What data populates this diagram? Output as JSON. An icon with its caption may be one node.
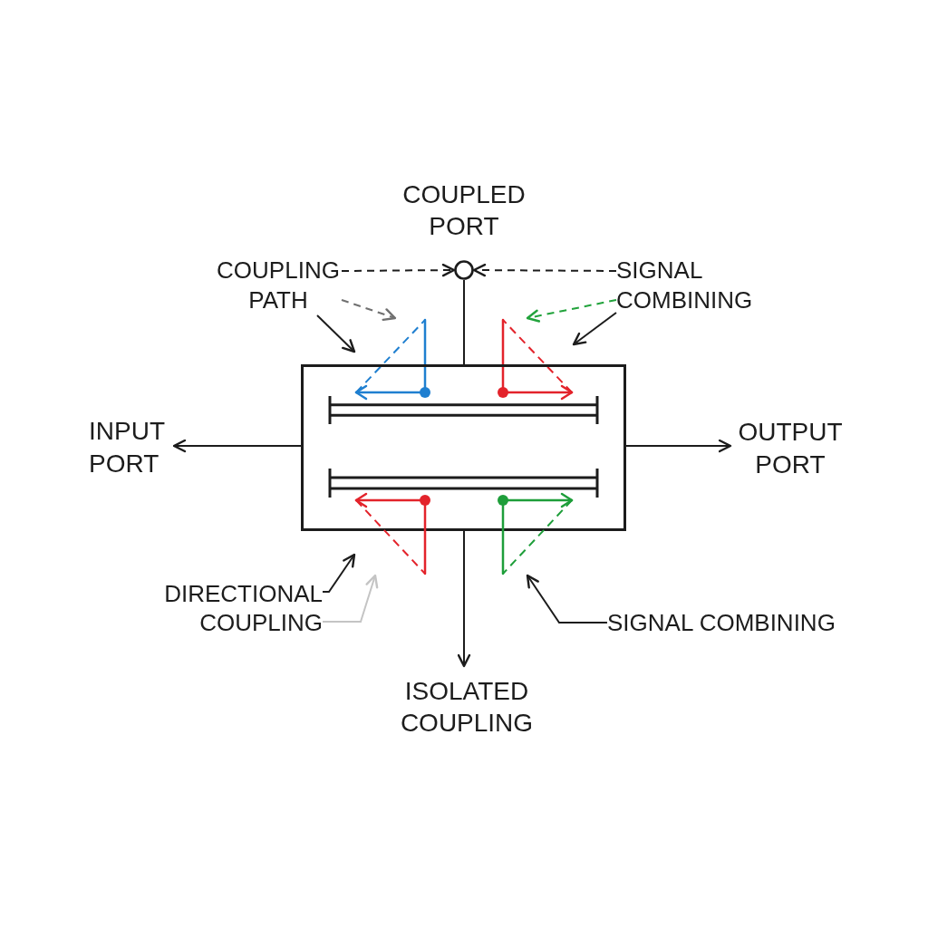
{
  "diagram": {
    "nodes": [
      {
        "text": [],
        "shape": "circle",
        "beside": [
          "COUPLED PORT"
        ]
      },
      {
        "text": [
          "COUPLING PATH"
        ]
      },
      {
        "text": [
          "SIGNAL COMBINING"
        ]
      },
      {
        "text": [],
        "shape": "triangle"
      },
      {
        "text": [],
        "shape": "triangle"
      },
      {
        "text": [],
        "shape": "box"
      },
      {
        "text": [
          "INPUT PORT"
        ]
      },
      {
        "text": [
          "OUTPUT PORT"
        ]
      },
      {
        "text": [],
        "shape": "triangle"
      },
      {
        "text": [],
        "shape": "triangle"
      },
      {
        "text": [
          "DIRECTIONAL COUPLING"
        ]
      },
      {
        "text": [
          "SIGNAL COMBINING"
        ]
      },
      {
        "text": [
          "ISOLATED COUPLING"
        ]
      }
    ],
    "edges": [
      {
        "from": 5,
        "to": 0,
        "arrow": "none"
      },
      {
        "from": 1,
        "to": 0,
        "arrow": "to",
        "style": "dashed"
      },
      {
        "from": 1,
        "to": 3,
        "arrow": "to",
        "style": "dashed",
        "color": "#707070"
      },
      {
        "from": 1,
        "to": 3,
        "arrow": "to"
      },
      {
        "from": 2,
        "to": 0,
        "arrow": "to",
        "style": "dashed"
      },
      {
        "from": 2,
        "to": 4,
        "arrow": "to",
        "style": "dashed",
        "color": "#22a33c"
      },
      {
        "from": 2,
        "to": 4,
        "arrow": "to"
      },
      {
        "from": 5,
        "to": 6,
        "arrow": "to"
      },
      {
        "from": 5,
        "to": 7,
        "arrow": "to"
      },
      {
        "from": 10,
        "to": 8,
        "arrow": "to"
      },
      {
        "from": 10,
        "to": 8,
        "arrow": "to",
        "color": "#c4c4c4"
      },
      {
        "from": 11,
        "to": 9,
        "arrow": "to"
      },
      {
        "from": 5,
        "to": 12,
        "arrow": "to"
      }
    ]
  }
}
